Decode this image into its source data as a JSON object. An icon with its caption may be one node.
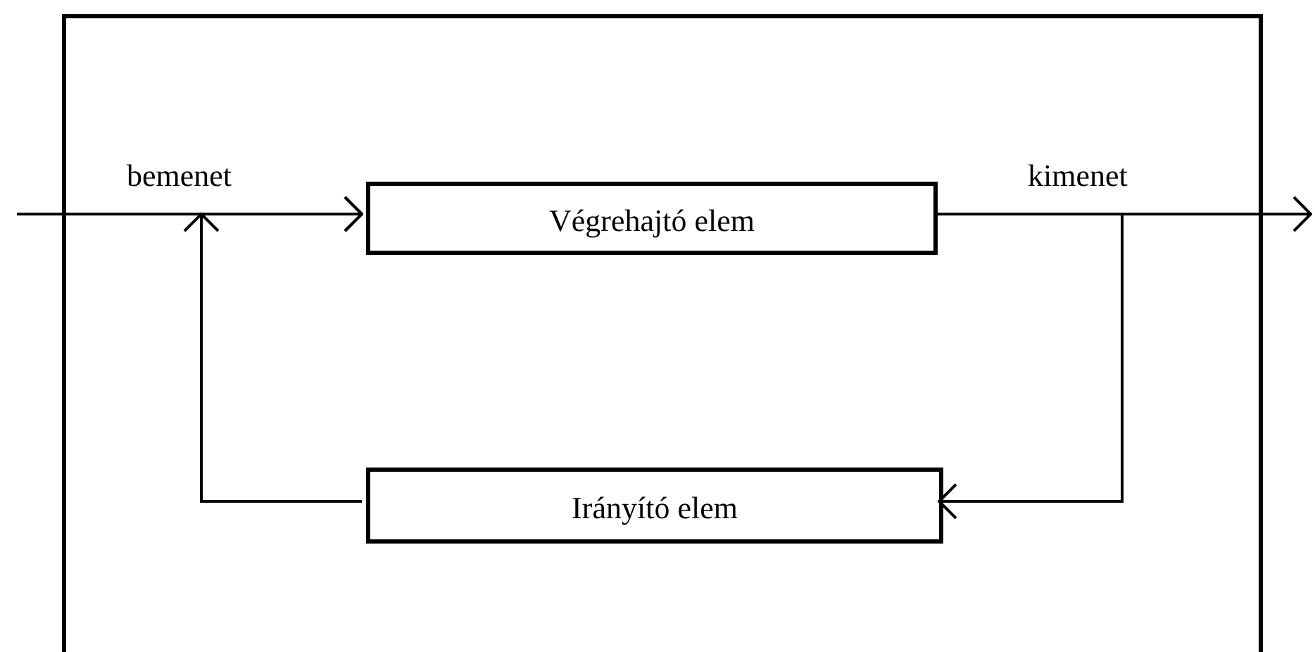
{
  "diagram": {
    "nodes": [
      {
        "text": [],
        "shape": "box"
      },
      {
        "text": [
          "Végrehajtó elem"
        ],
        "in": 0
      },
      {
        "text": [
          "Irányító elem"
        ],
        "in": 0
      }
    ],
    "edges": [
      {
        "from": null,
        "to": 1,
        "arrow": "to",
        "label": "bemenet"
      },
      {
        "from": 1,
        "to": null,
        "arrow": "to",
        "label": "kimenet"
      },
      {
        "from": 1,
        "to": 2,
        "arrow": "to"
      },
      {
        "from": 2,
        "to": 1,
        "arrow": "to"
      }
    ]
  }
}
